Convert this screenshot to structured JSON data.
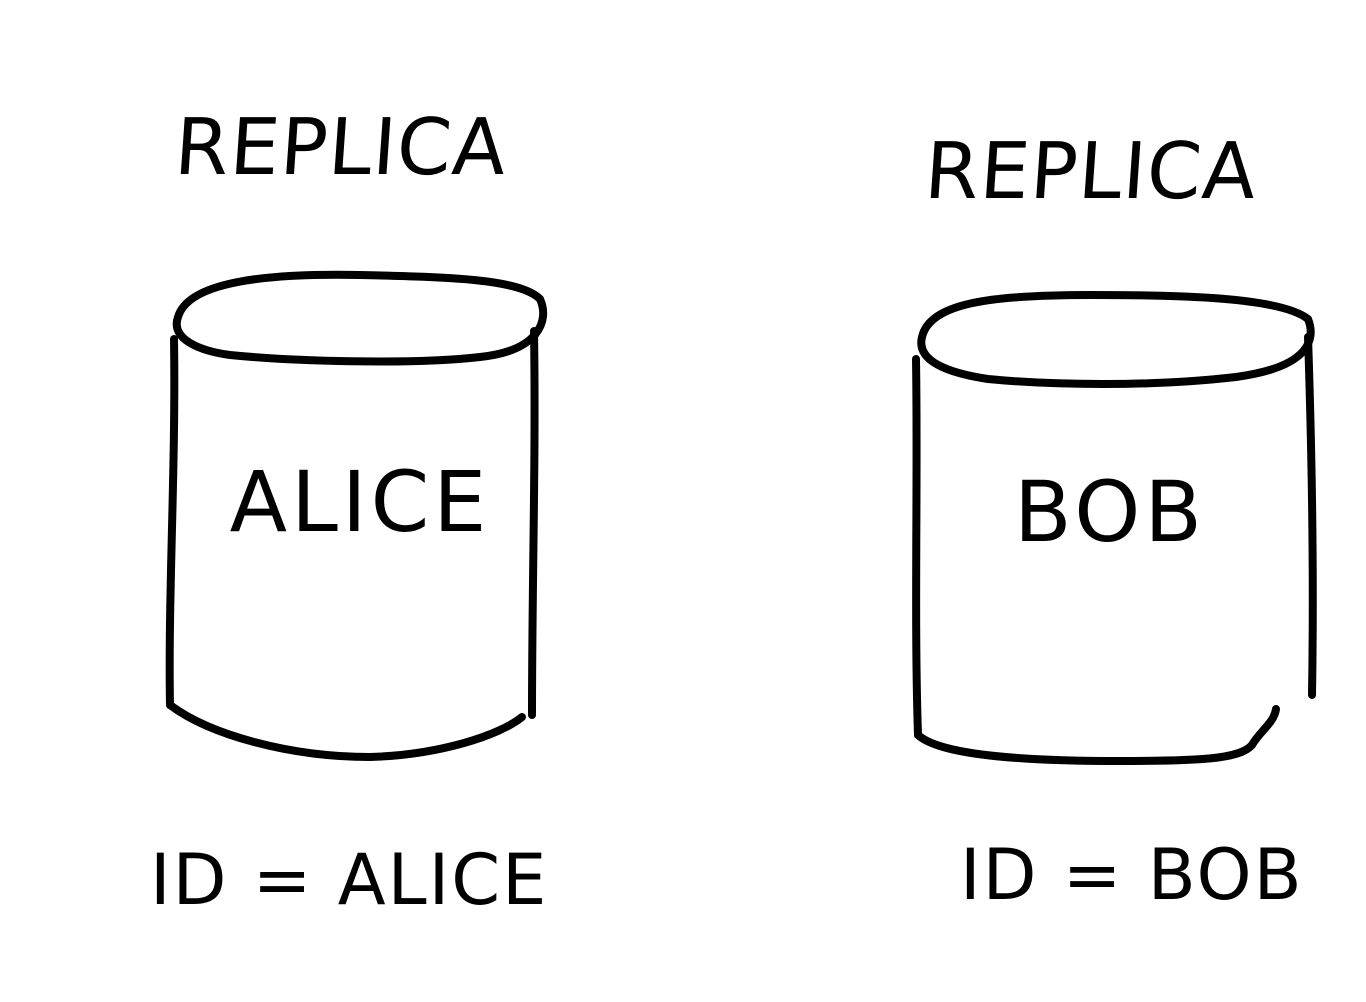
{
  "nodes": [
    {
      "role": "REPLICA",
      "name": "ALICE",
      "id_label": "ID = ALICE"
    },
    {
      "role": "REPLICA",
      "name": "BOB",
      "id_label": "ID = BOB"
    }
  ]
}
